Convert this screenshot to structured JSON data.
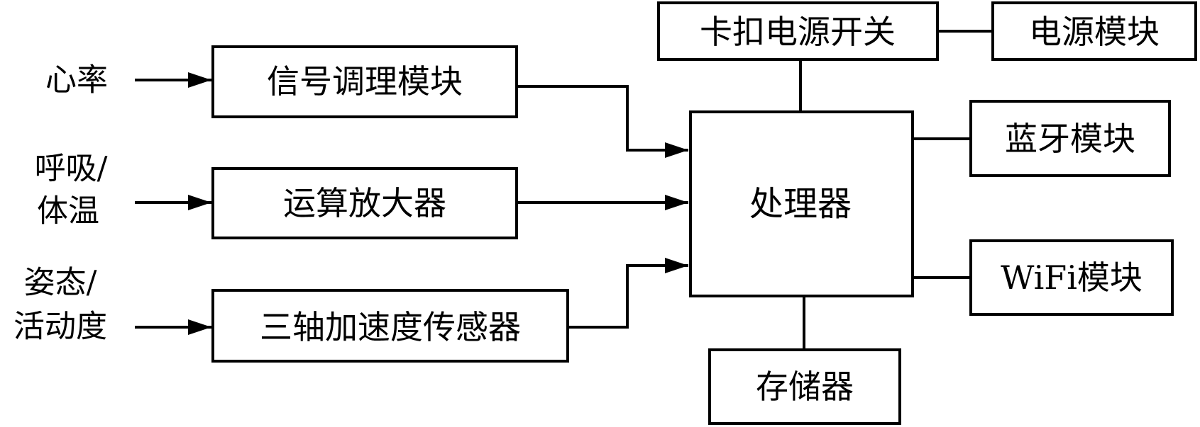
{
  "inputs": {
    "heart_rate": "心率",
    "breath_temp_line1": "呼吸/",
    "breath_temp_line2": "体温",
    "posture_line1": "姿态/",
    "posture_line2": "活动度"
  },
  "modules": {
    "signal_conditioning": "信号调理模块",
    "op_amp": "运算放大器",
    "accelerometer": "三轴加速度传感器",
    "processor": "处理器",
    "snap_switch": "卡扣电源开关",
    "power_module": "电源模块",
    "bluetooth_module": "蓝牙模块",
    "wifi_module": "WiFi模块",
    "memory": "存储器"
  },
  "colors": {
    "line": "#000000",
    "background": "#ffffff"
  }
}
